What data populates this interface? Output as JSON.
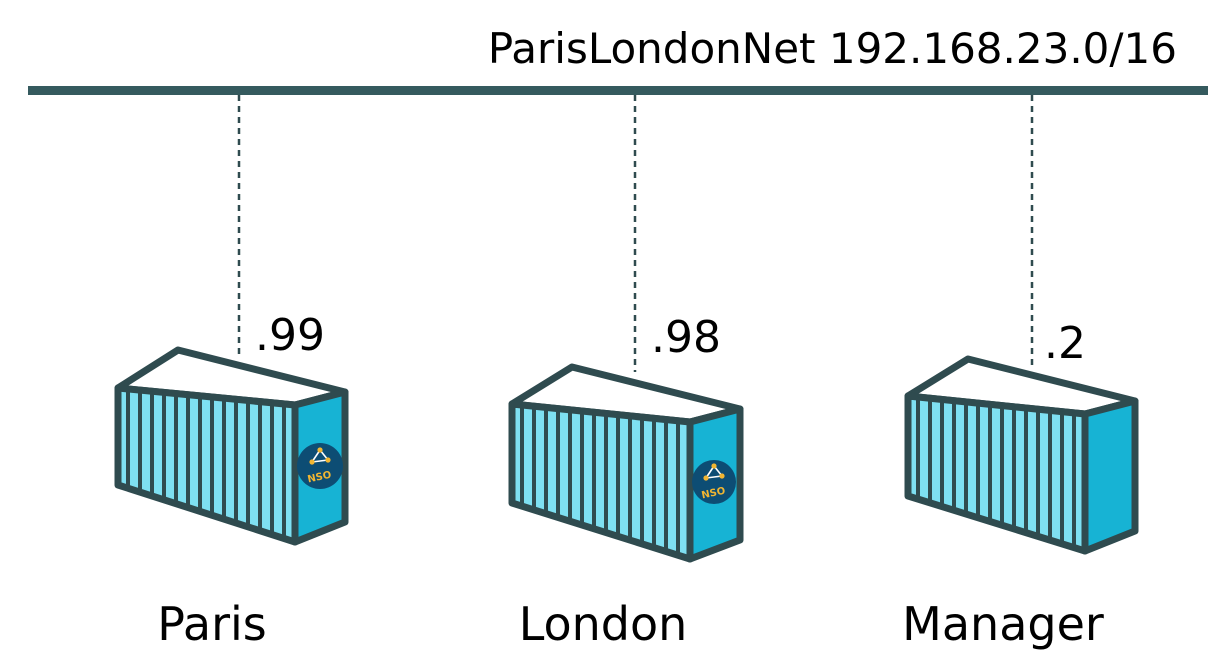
{
  "network": {
    "name_and_subnet": "ParisLondonNet 192.168.23.0/16",
    "bus_color": "#355a5e"
  },
  "hosts": [
    {
      "name": "Paris",
      "ip_suffix": ".99",
      "badge": "NSO"
    },
    {
      "name": "London",
      "ip_suffix": ".98",
      "badge": "NSO"
    },
    {
      "name": "Manager",
      "ip_suffix": ".2",
      "badge": ""
    }
  ],
  "colors": {
    "container_outline": "#2f4b4f",
    "container_front": "#7ee0f2",
    "container_side": "#17b3d4",
    "container_top": "#ffffff",
    "badge_circle": "#0d4d74",
    "badge_text": "#f2b632"
  }
}
